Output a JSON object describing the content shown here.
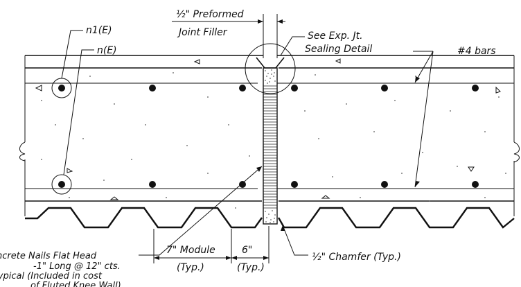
{
  "labels": {
    "n1e": "n1(E)",
    "ne": "n(E)",
    "filler_size": "½\" Preformed",
    "filler_name": "Joint Filler",
    "see_exp_1": "See Exp. Jt.",
    "see_exp_2": "Sealing Detail",
    "bars": "#4 bars",
    "nails_1": "Concrete Nails Flat Head",
    "nails_2": "-1\" Long @ 12\" cts.",
    "nails_3": "Typical (Included in cost",
    "nails_4": "of Fluted Knee Wall)",
    "module": "7\" Module",
    "module_typ": "(Typ.)",
    "six": "6\"",
    "six_typ": "(Typ.)",
    "chamfer": "½\" Chamfer (Typ.)"
  }
}
